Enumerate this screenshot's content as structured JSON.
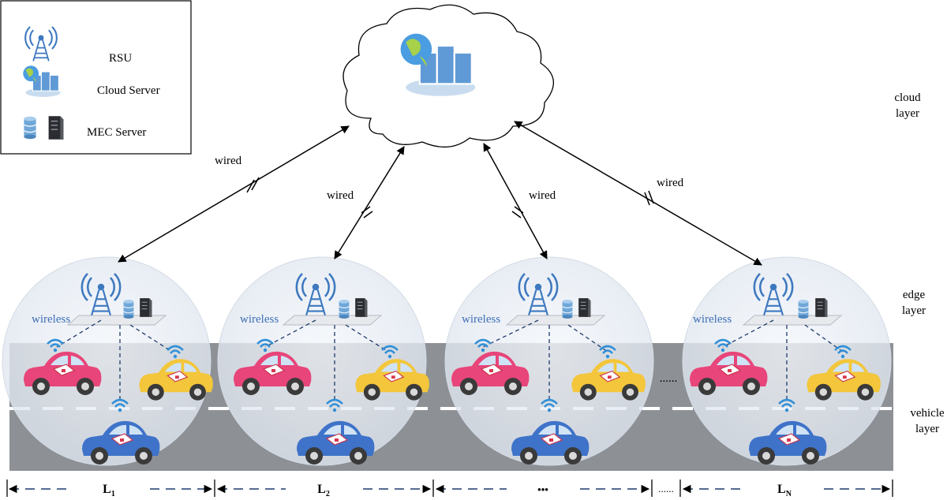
{
  "legend": {
    "items": [
      {
        "label": "RSU",
        "icon": "rsu-tower-icon"
      },
      {
        "label": "Cloud Server",
        "icon": "cloud-server-icon"
      },
      {
        "label": "MEC Server",
        "icon": "mec-server-icon"
      }
    ]
  },
  "layers": {
    "cloud": [
      "cloud",
      "layer"
    ],
    "edge": [
      "edge",
      "layer"
    ],
    "vehicle": [
      "vehicle",
      "layer"
    ]
  },
  "links": {
    "wired": [
      "wired",
      "wired",
      "wired",
      "wired"
    ],
    "wireless": [
      "wireless",
      "wireless",
      "wireless",
      "wireless"
    ]
  },
  "segments": {
    "labels": [
      {
        "main": "L",
        "sub": "1"
      },
      {
        "main": "L",
        "sub": "2"
      },
      {
        "main": "•••",
        "sub": ""
      },
      {
        "main": "L",
        "sub": "N"
      }
    ],
    "gap_dots": "......",
    "road_dots": "......"
  },
  "colors": {
    "road": "#8d9196",
    "road_light": "#9a9ea3",
    "zone": "#e6ecf3",
    "rsu": "#3d78bf",
    "wireless_text": "#3f6eb5",
    "car_pink": "#e8457a",
    "car_yellow": "#f3c63b",
    "car_blue": "#3f73c9",
    "arrow": "#000000"
  }
}
